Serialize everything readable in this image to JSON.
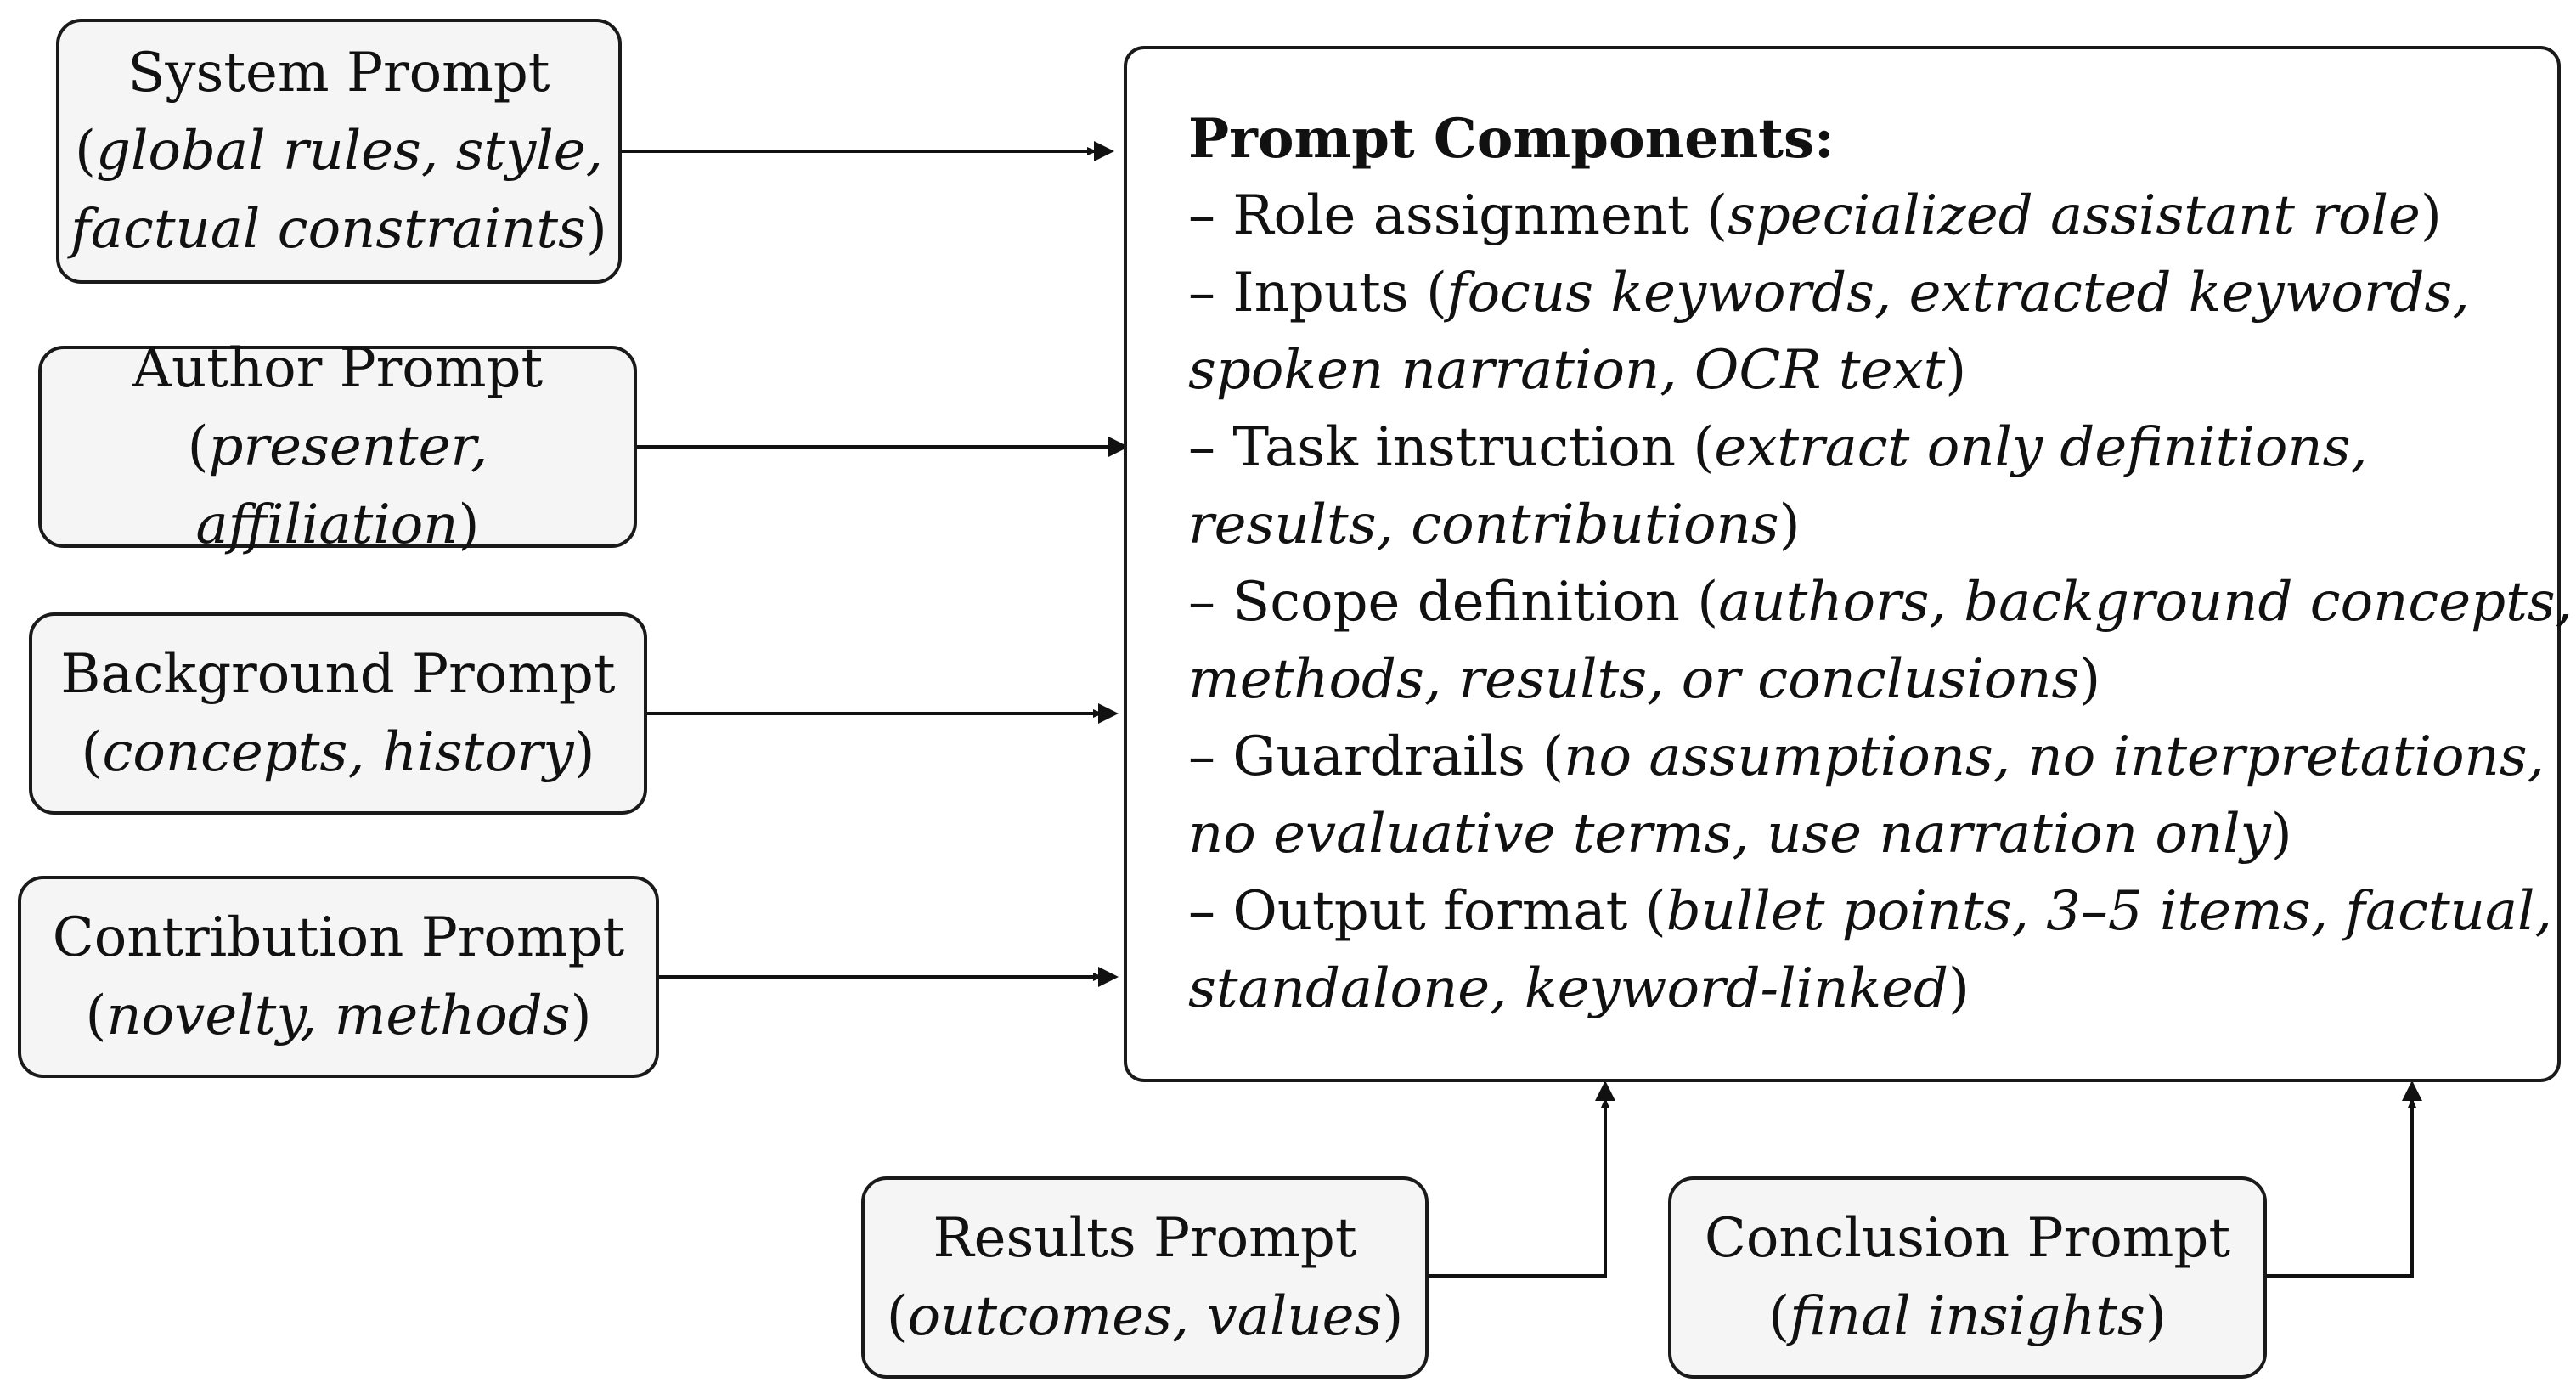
{
  "inputs": [
    {
      "id": "system",
      "title": "System Prompt",
      "detail_lines": [
        "global rules, style,",
        "factual constraints"
      ]
    },
    {
      "id": "author",
      "title": "Author Prompt",
      "detail_lines": [
        "presenter, affiliation"
      ]
    },
    {
      "id": "background",
      "title": "Background Prompt",
      "detail_lines": [
        "concepts, history"
      ]
    },
    {
      "id": "contribution",
      "title": "Contribution Prompt",
      "detail_lines": [
        "novelty, methods"
      ]
    },
    {
      "id": "results",
      "title": "Results Prompt",
      "detail_lines": [
        "outcomes, values"
      ]
    },
    {
      "id": "conclusion",
      "title": "Conclusion Prompt",
      "detail_lines": [
        "final insights"
      ]
    }
  ],
  "components": {
    "title": "Prompt Components:",
    "lines": [
      {
        "label": "– Role assignment (",
        "detail": "specialized assistant role",
        "close": ")"
      },
      {
        "label": "– Inputs (",
        "detail": "focus keywords, extracted keywords,",
        "close": ""
      },
      {
        "label": "",
        "detail": "spoken narration, OCR text",
        "close": ")"
      },
      {
        "label": "– Task instruction (",
        "detail": "extract only definitions,",
        "close": ""
      },
      {
        "label": "",
        "detail": "results, contributions",
        "close": ")"
      },
      {
        "label": "– Scope definition (",
        "detail": "authors, background concepts,",
        "close": ""
      },
      {
        "label": "",
        "detail": "methods, results, or conclusions",
        "close": ")"
      },
      {
        "label": "– Guardrails (",
        "detail": "no assumptions, no interpretations,",
        "close": ""
      },
      {
        "label": "",
        "detail": "no evaluative terms, use narration only",
        "close": ")"
      },
      {
        "label": "– Output format (",
        "detail": "bullet points, 3–5 items, factual,",
        "close": ""
      },
      {
        "label": "",
        "detail": "standalone, keyword-linked",
        "close": ")"
      }
    ]
  }
}
